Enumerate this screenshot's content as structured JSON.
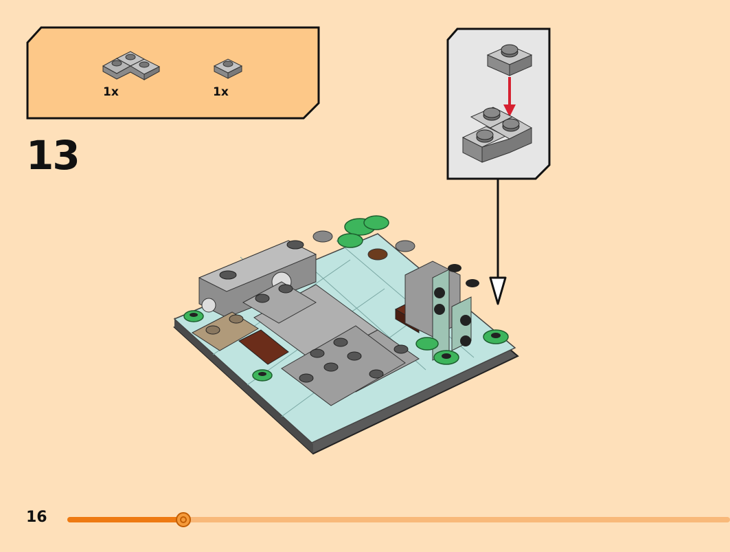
{
  "parts": [
    {
      "name": "plate-2x2-corner",
      "quantity": "1x",
      "color": "#A8A8A8"
    },
    {
      "name": "plate-1x1",
      "quantity": "1x",
      "color": "#A8A8A8"
    }
  ],
  "step": {
    "number": "13"
  },
  "page": {
    "number": "16"
  },
  "progress": {
    "fraction": 0.175
  },
  "colors": {
    "background": "#FEE0BA",
    "parts_panel": "#FDC888",
    "callout": "#E6E6E6",
    "accent": "#EE7A12",
    "arrow_red": "#D62030"
  }
}
